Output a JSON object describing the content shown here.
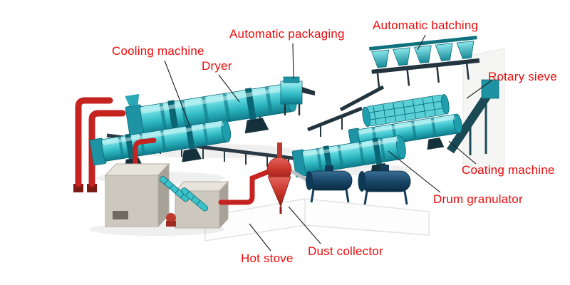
{
  "diagram": {
    "labels": {
      "cooling_machine": "Cooling machine",
      "dryer": "Dryer",
      "automatic_packaging": "Automatic packaging",
      "automatic_batching": "Automatic batching",
      "rotary_sieve": "Rotary sieve",
      "coating_machine": "Coating machine",
      "drum_granulator": "Drum granulator",
      "dust_collector": "Dust collector",
      "hot_stove": "Hot stove"
    },
    "colors": {
      "label_text": "#ee0a0a",
      "machine_teal": "#3cc3ca",
      "tank_navy": "#17476b",
      "pipe_red": "#c42320",
      "stove_beige": "#cdc8bd",
      "leader_line": "#1c1c1c"
    }
  }
}
